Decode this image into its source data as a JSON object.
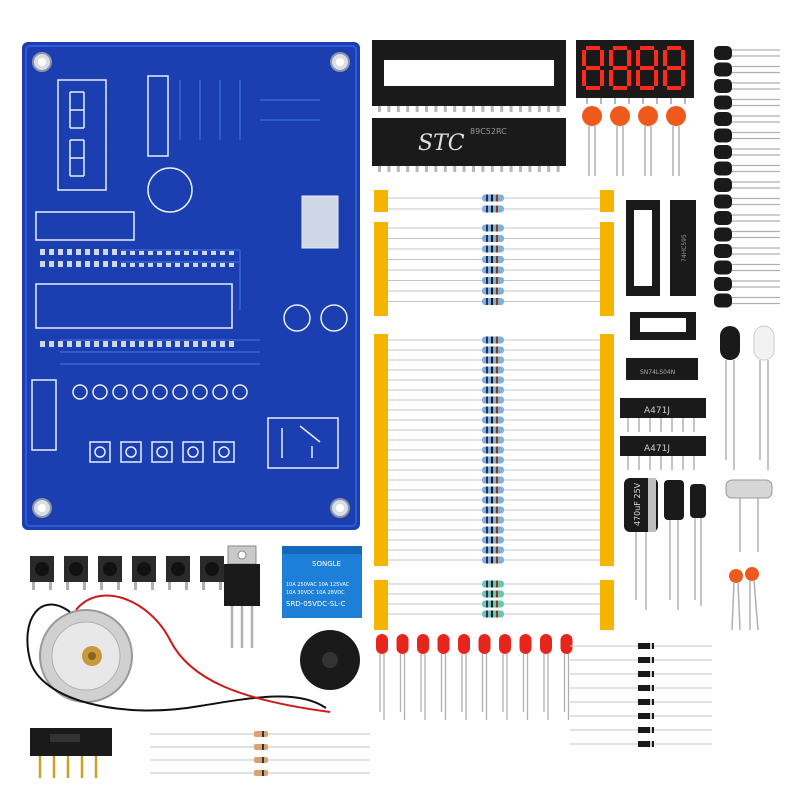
{
  "image": {
    "subject": "electronics kit: blue PCB with components",
    "colors": {
      "background": "#ffffff",
      "pcb": "#1b3fb0",
      "pcb_trace": "#2f5ad0",
      "silkscreen": "#e8eefc",
      "pad": "#cfd6e6",
      "tape": "#f5b400",
      "resistor_body": "#7fb0d8",
      "led_red": "#e8251c",
      "relay": "#1e7fd8",
      "ic_black": "#1a1a1a",
      "display_red": "#ff2a1a"
    }
  },
  "labels": {
    "chip_brand": "STC",
    "chip_part": "89C52RC",
    "relay_brand": "SONGLE",
    "relay_line1": "10A 250VAC  10A 125VAC",
    "relay_line2": "10A 30VDC   10A 28VDC",
    "relay_model": "SRD-05VDC-SL-C",
    "resnet_1": "A471J",
    "resnet_2": "A471J",
    "dip_chip_1": "SN74LS04N",
    "dip_chip_2": "74HC595",
    "cap_large": "470uF 25V",
    "display": "8.8.8.8."
  }
}
